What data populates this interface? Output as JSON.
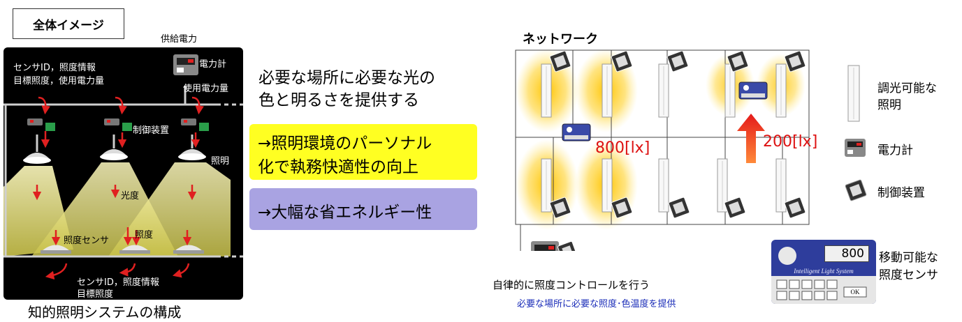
{
  "overall": {
    "tag": "全体イメージ",
    "supply_label": "供給電力",
    "meter_label": "電力計",
    "usage_label": "使用電力量",
    "sensor_info_top_line1": "センサID，照度情報",
    "sensor_info_top_line2": "目標照度，使用電力量",
    "controller_label": "制御装置",
    "light_label": "照明",
    "luminosity_label": "光度",
    "illuminance_label": "照度",
    "sensor_label": "照度センサ",
    "sensor_info_bottom_line1": "センサID，照度情報",
    "sensor_info_bottom_line2": "目標照度",
    "caption": "知的照明システムの構成"
  },
  "concept": {
    "line1": "必要な場所に必要な光の",
    "line2": "色と明るさを提供する",
    "benefit1_line1": "→照明環境のパーソナル",
    "benefit1_line2": "化で執務快適性の向上",
    "benefit2": "→大幅な省エネルギー性"
  },
  "network": {
    "title": "ネットワーク",
    "lux_left": "800[lx]",
    "lux_right": "200[lx]",
    "bottom_text": "自律的に照度コントロールを行う",
    "bottom_note": "必要な場所に必要な照度･色温度を提供"
  },
  "legend": {
    "dimmable_line1": "調光可能な",
    "dimmable_line2": "照明",
    "meter": "電力計",
    "controller": "制御装置",
    "sensor_line1": "移動可能な",
    "sensor_line2": "照度センサ",
    "device_value": "800",
    "device_brand": "Intelligent Light System",
    "device_ok": "OK"
  },
  "colors": {
    "glow": "#ffc400",
    "arrow_red": "#e02020",
    "highlight_yellow": "#ffff22",
    "highlight_purple": "#a9a3e2"
  }
}
